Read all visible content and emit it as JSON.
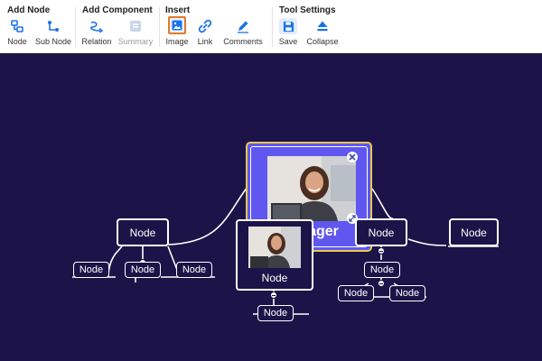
{
  "toolbar": {
    "groups": [
      {
        "title": "Add Node",
        "items": [
          {
            "label": "Node",
            "icon": "node-icon"
          },
          {
            "label": "Sub Node",
            "icon": "sub-node-icon"
          }
        ]
      },
      {
        "title": "Add Component",
        "items": [
          {
            "label": "Relation",
            "icon": "relation-icon"
          },
          {
            "label": "Summary",
            "icon": "summary-icon"
          }
        ]
      },
      {
        "title": "Insert",
        "items": [
          {
            "label": "Image",
            "icon": "image-icon"
          },
          {
            "label": "Link",
            "icon": "link-icon"
          },
          {
            "label": "Comments",
            "icon": "comments-icon"
          }
        ]
      },
      {
        "title": "Tool Settings",
        "items": [
          {
            "label": "Save",
            "icon": "save-icon"
          },
          {
            "label": "Collapse",
            "icon": "collapse-icon"
          }
        ]
      }
    ],
    "colors": {
      "accent": "#1a73e8",
      "highlight": "#e3792b",
      "disabled": "#9a9a9a"
    }
  },
  "canvas": {
    "background": "#1c1448",
    "root": {
      "label": "Manager",
      "color": "#6057f0",
      "border": "#e8c94a"
    },
    "nodes": {
      "left": "Node",
      "left_a": "Node",
      "left_b": "Node",
      "left_c": "Node",
      "center": "Node",
      "center_child": "Node",
      "right": "Node",
      "right_child": "Node",
      "right_a": "Node",
      "right_b": "Node",
      "far_right": "Node"
    }
  }
}
